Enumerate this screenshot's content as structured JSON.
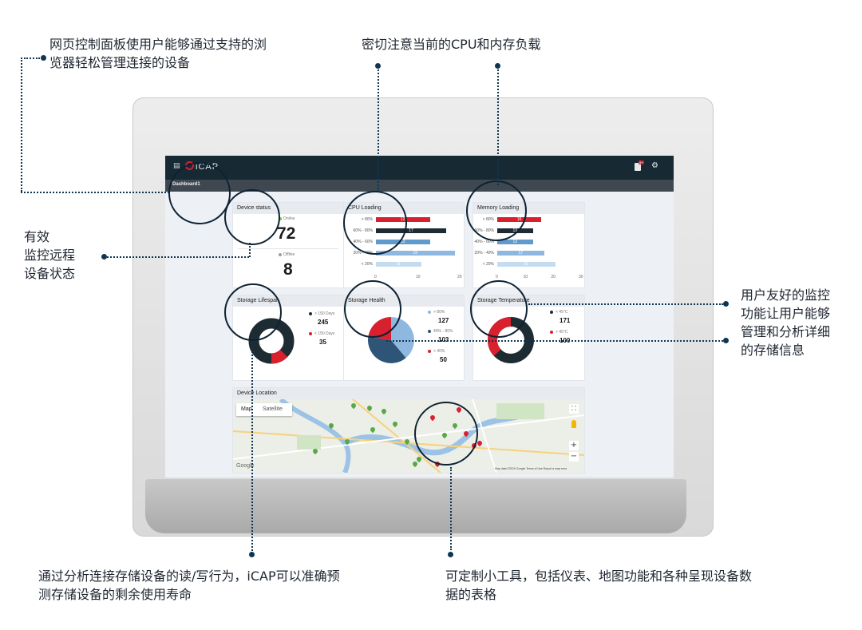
{
  "callouts": {
    "top_left": [
      "网页控制面板使用户能够通过支持的浏",
      "览器轻松管理连接的设备"
    ],
    "top_middle": "密切注意当前的CPU和内存负载",
    "left": [
      "有效",
      "监控远程",
      "设备状态"
    ],
    "right": [
      "用户友好的监控",
      "功能让用户能够",
      "管理和分析详细",
      "的存储信息"
    ],
    "bottom_left": [
      "通过分析连接存储设备的读/写行为，iCAP可以准确预",
      "测存储设备的剩余使用寿命"
    ],
    "bottom_right": [
      "可定制小工具，包括仪表、地图功能和各种呈现设备数",
      "据的表格"
    ]
  },
  "app": {
    "logo": "iCAP",
    "breadcrumb": "Dashboard1",
    "icons": [
      "menu-icon",
      "notification-icon",
      "settings-icon"
    ],
    "notification_badge": "9+"
  },
  "device_status": {
    "title": "Device status",
    "online_label": "Online",
    "online_count": "72",
    "offline_label": "Offline",
    "offline_count": "8"
  },
  "cpu_loading": {
    "title": "CPU Loading",
    "labels": [
      "> 80%",
      "60% - 80%",
      "40% - 60%",
      "20% - 40%",
      "< 20%"
    ],
    "values": [
      13,
      17,
      13,
      19,
      11
    ],
    "xticks": [
      "0",
      "10",
      "20"
    ],
    "xmax": 20
  },
  "memory_loading": {
    "title": "Memory Loading",
    "labels": [
      "> 80%",
      "60% - 80%",
      "40% - 60%",
      "20% - 40%",
      "< 20%"
    ],
    "values": [
      16,
      13,
      13,
      17,
      21
    ],
    "xticks": [
      "0",
      "10",
      "20",
      "30"
    ],
    "xmax": 30
  },
  "bar_colors": [
    "#d8202f",
    "#1d2b33",
    "#5f9acb",
    "#8fb8e0",
    "#c5dcf0"
  ],
  "storage_lifespan": {
    "title": "Storage Lifespan",
    "legend": [
      {
        "label": "> 150 Days",
        "value": "245",
        "color": "#1d2b33"
      },
      {
        "label": "< 150 Days",
        "value": "35",
        "color": "#d8202f"
      }
    ]
  },
  "storage_health": {
    "title": "Storage Health",
    "legend": [
      {
        "label": "> 80%",
        "value": "127",
        "color": "#8fb8e0"
      },
      {
        "label": "40% - 80%",
        "value": "103",
        "color": "#2e5478"
      },
      {
        "label": "< 40%",
        "value": "50",
        "color": "#d8202f"
      }
    ]
  },
  "storage_temperature": {
    "title": "Storage Temperature",
    "legend": [
      {
        "label": "< 45°C",
        "value": "171",
        "color": "#1d2b33"
      },
      {
        "label": "> 45°C",
        "value": "100",
        "color": "#d8202f"
      }
    ]
  },
  "device_location": {
    "title": "Device Location",
    "map_tab": "Map",
    "satellite_tab": "Satellite",
    "google": "Google",
    "map_footer": "Map data ©2019 Google   Terms of Use   Report a map error",
    "zoom_in": "+",
    "zoom_out": "−",
    "fullscreen_icon": "fullscreen-icon",
    "pegman_icon": "pegman-icon"
  }
}
